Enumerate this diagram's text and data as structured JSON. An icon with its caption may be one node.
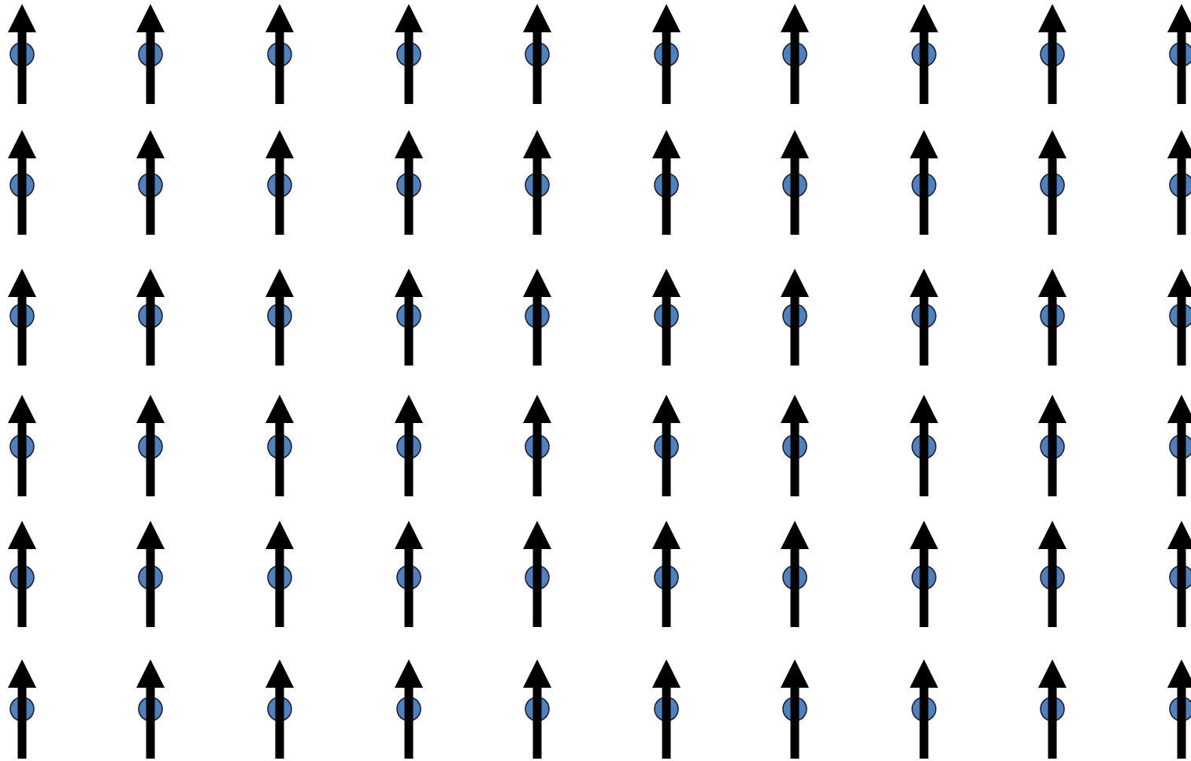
{
  "diagram": {
    "nodes": [
      {
        "text": [],
        "shape": "circle"
      },
      {
        "text": [],
        "shape": "circle"
      },
      {
        "text": [],
        "shape": "circle"
      },
      {
        "text": [],
        "shape": "circle"
      },
      {
        "text": [],
        "shape": "circle"
      },
      {
        "text": [],
        "shape": "circle"
      },
      {
        "text": [],
        "shape": "circle"
      },
      {
        "text": [],
        "shape": "circle"
      },
      {
        "text": [],
        "shape": "circle"
      },
      {
        "text": [],
        "shape": "circle"
      },
      {
        "text": [],
        "shape": "circle"
      },
      {
        "text": [],
        "shape": "circle"
      },
      {
        "text": [],
        "shape": "circle"
      },
      {
        "text": [],
        "shape": "circle"
      },
      {
        "text": [],
        "shape": "circle"
      },
      {
        "text": [],
        "shape": "circle"
      },
      {
        "text": [],
        "shape": "circle"
      },
      {
        "text": [],
        "shape": "circle"
      },
      {
        "text": [],
        "shape": "circle"
      },
      {
        "text": [],
        "shape": "circle"
      },
      {
        "text": [],
        "shape": "circle"
      },
      {
        "text": [],
        "shape": "circle"
      },
      {
        "text": [],
        "shape": "circle"
      },
      {
        "text": [],
        "shape": "circle"
      },
      {
        "text": [],
        "shape": "circle"
      },
      {
        "text": [],
        "shape": "circle"
      },
      {
        "text": [],
        "shape": "circle"
      },
      {
        "text": [],
        "shape": "circle"
      },
      {
        "text": [],
        "shape": "circle"
      },
      {
        "text": [],
        "shape": "circle"
      },
      {
        "text": [],
        "shape": "circle"
      },
      {
        "text": [],
        "shape": "circle"
      },
      {
        "text": [],
        "shape": "circle"
      },
      {
        "text": [],
        "shape": "circle"
      },
      {
        "text": [],
        "shape": "circle"
      },
      {
        "text": [],
        "shape": "circle"
      },
      {
        "text": [],
        "shape": "circle"
      },
      {
        "text": [],
        "shape": "circle"
      },
      {
        "text": [],
        "shape": "circle"
      },
      {
        "text": [],
        "shape": "circle"
      },
      {
        "text": [],
        "shape": "circle"
      },
      {
        "text": [],
        "shape": "circle"
      },
      {
        "text": [],
        "shape": "circle"
      },
      {
        "text": [],
        "shape": "circle"
      },
      {
        "text": [],
        "shape": "circle"
      },
      {
        "text": [],
        "shape": "circle"
      },
      {
        "text": [],
        "shape": "circle"
      },
      {
        "text": [],
        "shape": "circle"
      },
      {
        "text": [],
        "shape": "circle"
      },
      {
        "text": [],
        "shape": "circle"
      },
      {
        "text": [],
        "shape": "circle"
      },
      {
        "text": [],
        "shape": "circle"
      },
      {
        "text": [],
        "shape": "circle"
      },
      {
        "text": [],
        "shape": "circle"
      },
      {
        "text": [],
        "shape": "circle"
      },
      {
        "text": [],
        "shape": "circle"
      },
      {
        "text": [],
        "shape": "circle"
      },
      {
        "text": [],
        "shape": "circle"
      },
      {
        "text": [],
        "shape": "circle"
      },
      {
        "text": [],
        "shape": "circle"
      }
    ]
  }
}
